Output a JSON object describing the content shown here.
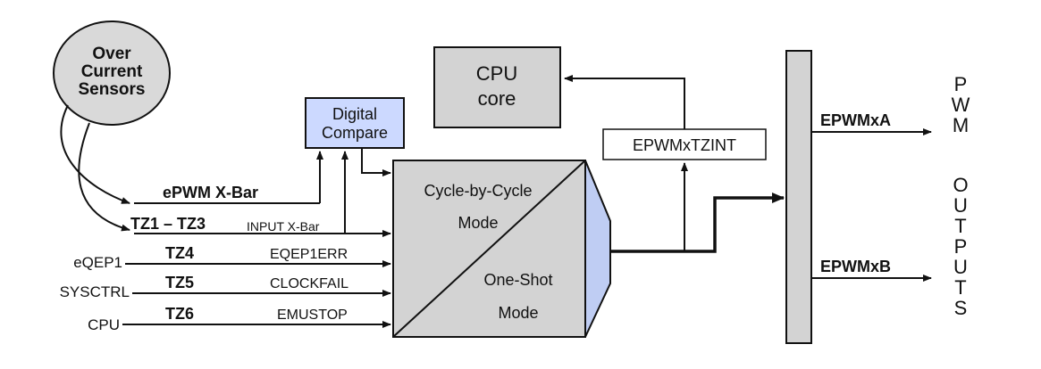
{
  "sensors": {
    "line1": "Over",
    "line2": "Current",
    "line3": "Sensors"
  },
  "cpu_core": {
    "line1": "CPU",
    "line2": "core"
  },
  "digital_compare": {
    "line1": "Digital",
    "line2": "Compare"
  },
  "tzint": "EPWMxTZINT",
  "epwm_xbar": "ePWM X-Bar",
  "tz1_tz3": "TZ1 – TZ3",
  "input_xbar": "INPUT X-Bar",
  "tz4": "TZ4",
  "tz5": "TZ5",
  "tz6": "TZ6",
  "eqep1": "eQEP1",
  "sysctrl": "SYSCTRL",
  "cpu_in": "CPU",
  "eqep1err": "EQEP1ERR",
  "clockfail": "CLOCKFAIL",
  "emustop": "EMUSTOP",
  "cbc": {
    "line1": "Cycle-by-Cycle",
    "line2": "Mode"
  },
  "oneshot": {
    "line1": "One-Shot",
    "line2": "Mode"
  },
  "out_a": "EPWMxA",
  "out_b": "EPWMxB",
  "pwm_letters": [
    "P",
    "W",
    "M"
  ],
  "outputs_letters": [
    "O",
    "U",
    "T",
    "P",
    "U",
    "T",
    "S"
  ],
  "colors": {
    "block_gray": "#d3d3d3",
    "dc_blue": "#ccd9ff",
    "mux_blue": "#bfcdf3"
  }
}
